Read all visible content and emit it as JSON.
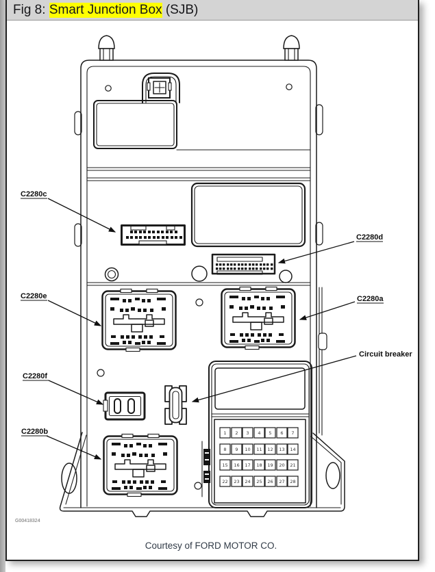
{
  "header": {
    "prefix": "Fig 8: ",
    "highlighted": "Smart Junction Box",
    "suffix": " (SJB)"
  },
  "diagram": {
    "labels": {
      "c2280c": "C2280c",
      "c2280d": "C2280d",
      "c2280e": "C2280e",
      "c2280a": "C2280a",
      "c2280f": "C2280f",
      "c2280b": "C2280b",
      "circuit_breaker": "Circuit breaker"
    },
    "fuses": [
      "1",
      "2",
      "3",
      "4",
      "5",
      "6",
      "7",
      "8",
      "9",
      "10",
      "11",
      "12",
      "13",
      "14",
      "15",
      "16",
      "17",
      "18",
      "19",
      "20",
      "21",
      "22",
      "23",
      "24",
      "25",
      "26",
      "27",
      "28"
    ],
    "drawing_number": "G00418324"
  },
  "footer": {
    "credit": "Courtesy of FORD MOTOR CO."
  },
  "colors": {
    "highlight": "#ffff00",
    "header_bg": "#d4d4d4",
    "line": "#1b1b1b",
    "credit_text": "#303a46"
  }
}
